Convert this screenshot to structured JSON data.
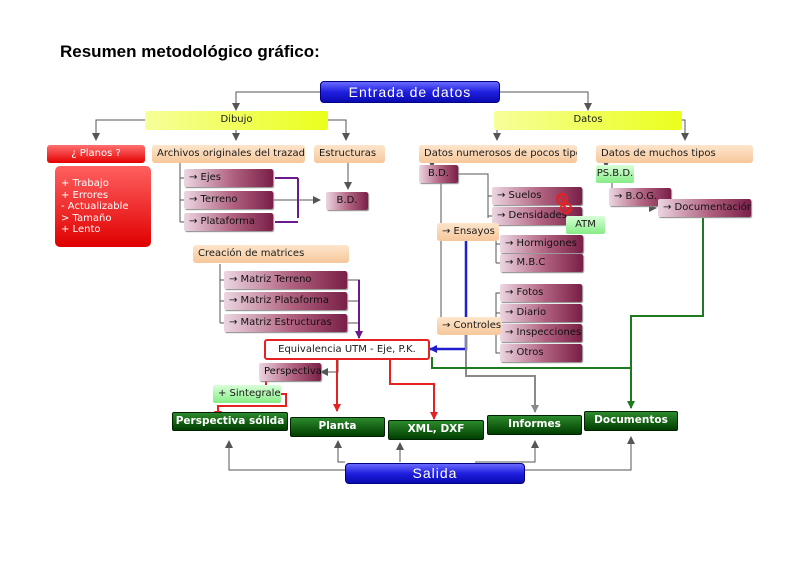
{
  "header": {
    "title": "Resumen metodológico gráfico:"
  },
  "diagram": {
    "entrada": "Entrada de datos",
    "salida": "Salida",
    "dibujo": "Dibujo",
    "datos": "Datos",
    "planos": "¿ Planos ?",
    "planos_notes": [
      "+ Trabajo",
      "+ Errores",
      "- Actualizable",
      "> Tamaño",
      "+ Lento"
    ],
    "archivos": "Archivos originales del trazado",
    "estructuras": "Estructuras",
    "ejes": "→ Ejes",
    "terreno": "→ Terreno",
    "plataforma": "→ Plataforma",
    "bd_dibujo": "B.D.",
    "creacion": "Creación de matrices",
    "matriz_terreno": "→ Matriz Terreno",
    "matriz_plataforma": "→ Matriz Plataforma",
    "matriz_estructuras": "→ Matriz Estructuras",
    "equivalencia": "Equivalencia UTM - Eje, P.K.",
    "perspectiva": "Perspectiva",
    "sintegrales": "+ Sintegrales",
    "perspectiva_solida": "Perspectiva sólida",
    "planta": "Planta",
    "xml_dxf": "XML, DXF",
    "informes": "Informes",
    "documentos": "Documentos",
    "datos_pocos": "Datos numerosos de pocos tipos",
    "datos_muchos": "Datos de muchos tipos",
    "bd_datos": "B.D.",
    "suelos": "→ Suelos",
    "densidades": "→ Densidades",
    "atm": "ATM",
    "ensayos": "→ Ensayos",
    "hormigones": "→ Hormigones",
    "mbc": "→ M.B.C",
    "fotos": "→ Fotos",
    "diario": "→ Diario",
    "inspecciones": "→ Inspecciones",
    "otros": "→ Otros",
    "controles": "→ Controles",
    "psbd": "PS.B.D.",
    "bog": "→ B.O.G.",
    "documentacion": "→ Documentación"
  },
  "colors": {
    "blue": "#1f1fe0",
    "yellow": "#eaff1c",
    "peach": "#f6c79a",
    "purple": "#7a1f48",
    "red": "#e40000",
    "dark_green": "#003e00",
    "light_green": "#86ec86",
    "arrow_red": "#e52222",
    "arrow_blue": "#1f1fd0",
    "arrow_green": "#1f7a1f",
    "arrow_gray": "#8a8a8a"
  }
}
